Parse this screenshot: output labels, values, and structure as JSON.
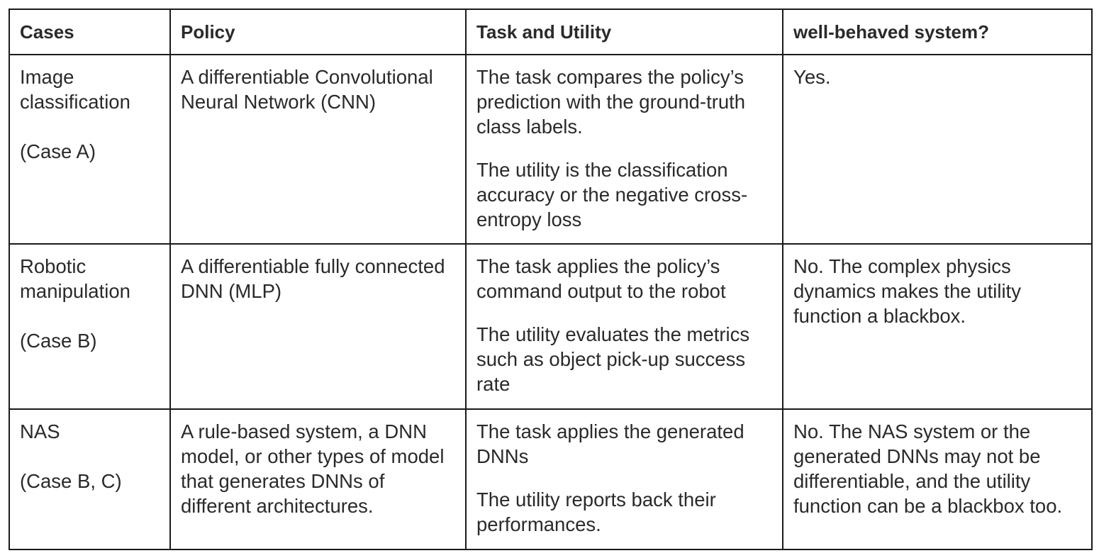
{
  "headers": {
    "cases": "Cases",
    "policy": "Policy",
    "task_utility": "Task and Utility",
    "well_behaved": "well-behaved system?"
  },
  "rows": [
    {
      "case_name": "Image classification",
      "case_label": "(Case A)",
      "policy": "A differentiable Convolutional Neural Network (CNN)",
      "task": "The task compares the policy’s prediction with the ground-truth class labels.",
      "utility": "The utility is the classification accuracy or the negative cross-entropy loss",
      "well_behaved": "Yes."
    },
    {
      "case_name": "Robotic manipulation",
      "case_label": "(Case B)",
      "policy": "A differentiable fully connected DNN (MLP)",
      "task": "The task applies the policy’s command output to the robot",
      "utility": "The utility evaluates the metrics such as object pick-up success rate",
      "well_behaved": "No. The complex physics dynamics makes the utility function a blackbox."
    },
    {
      "case_name": "NAS",
      "case_label": "(Case B, C)",
      "policy": "A rule-based system, a DNN model, or other types of model that generates DNNs of different architectures.",
      "task": "The task applies the generated DNNs",
      "utility": "The utility reports back their performances.",
      "well_behaved": "No. The NAS system or the generated DNNs may not be differentiable, and the utility function can be a blackbox too."
    }
  ]
}
